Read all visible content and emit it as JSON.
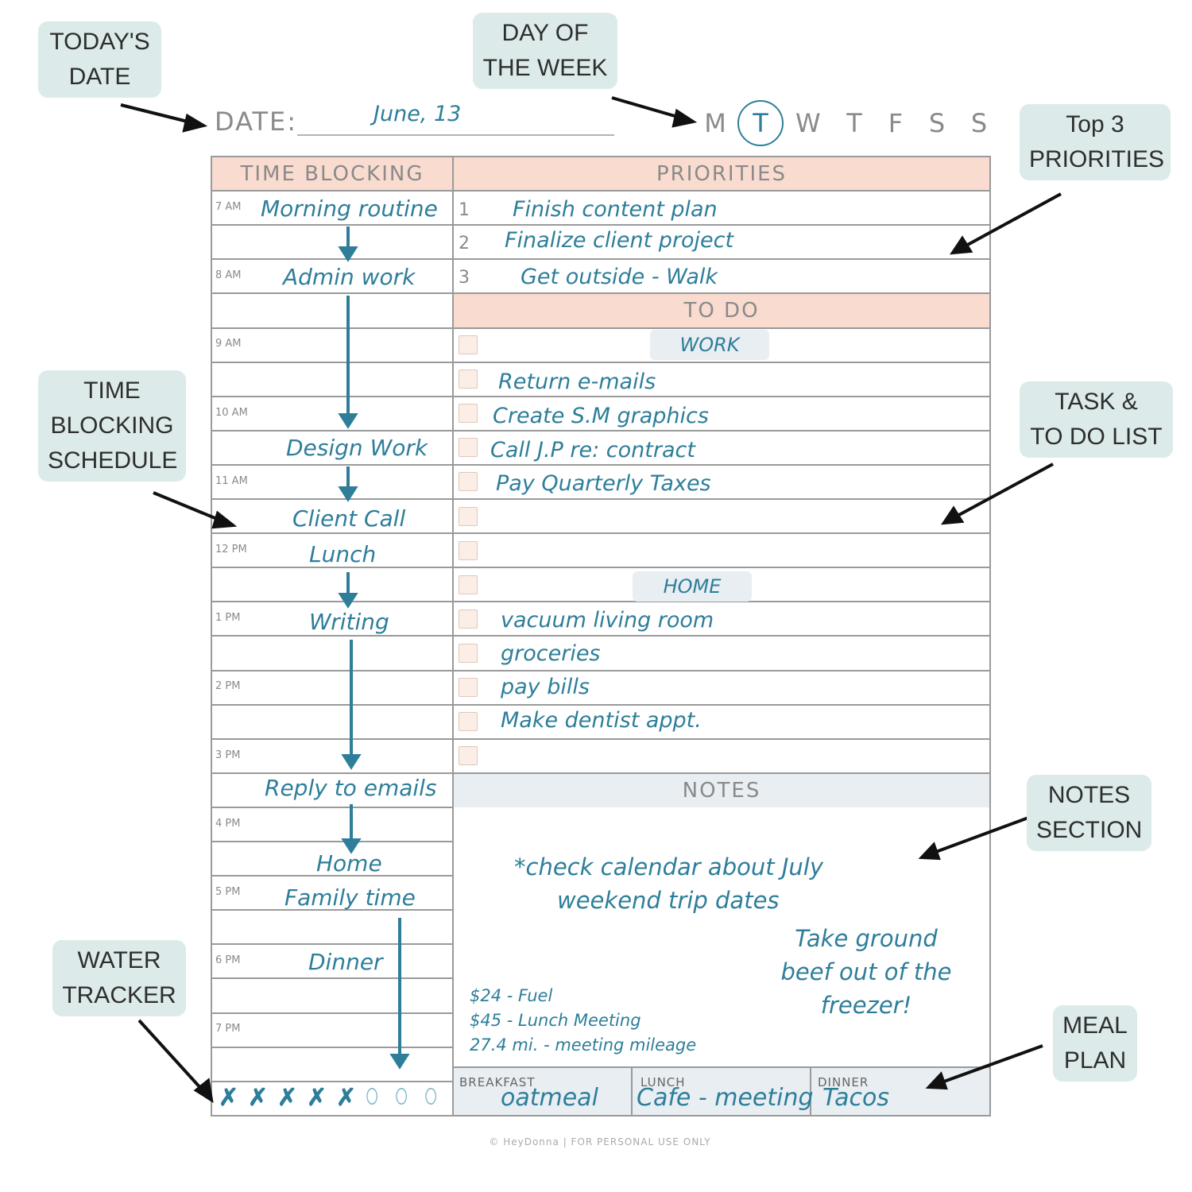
{
  "callouts": {
    "todays_date": [
      "TODAY'S",
      "DATE"
    ],
    "day_of_week": [
      "DAY OF",
      "THE WEEK"
    ],
    "top3": [
      "Top 3",
      "PRIORITIES"
    ],
    "time_blocking": [
      "TIME",
      "BLOCKING",
      "SCHEDULE"
    ],
    "task_list": [
      "TASK &",
      "TO DO LIST"
    ],
    "notes_section": [
      "NOTES",
      "SECTION"
    ],
    "water": [
      "WATER",
      "TRACKER"
    ],
    "meal": [
      "MEAL",
      "PLAN"
    ]
  },
  "header": {
    "date_label": "DATE:",
    "date_value": "June, 13",
    "days": [
      "M",
      "T",
      "W",
      "T",
      "F",
      "S",
      "S"
    ],
    "selected_day_index": 1
  },
  "sections": {
    "time_blocking": "TIME BLOCKING",
    "priorities": "PRIORITIES",
    "todo": "TO DO",
    "notes": "NOTES"
  },
  "times": [
    "7 AM",
    "8 AM",
    "9 AM",
    "10 AM",
    "11 AM",
    "12 PM",
    "1 PM",
    "2 PM",
    "3 PM",
    "4 PM",
    "5 PM",
    "6 PM",
    "7 PM"
  ],
  "blocks": [
    "Morning routine",
    "Admin work",
    "Design Work",
    "Client Call",
    "Lunch",
    "Writing",
    "Reply to emails",
    "Home",
    "Family time",
    "Dinner"
  ],
  "priorities": [
    {
      "num": "1",
      "text": "Finish content plan"
    },
    {
      "num": "2",
      "text": "Finalize client project"
    },
    {
      "num": "3",
      "text": "Get outside - Walk"
    }
  ],
  "todo": {
    "work_label": "WORK",
    "home_label": "HOME",
    "work_items": [
      "Return e-mails",
      "Create S.M graphics",
      "Call J.P re: contract",
      "Pay Quarterly Taxes"
    ],
    "home_items": [
      "vacuum living room",
      "groceries",
      "pay bills",
      "Make dentist appt."
    ]
  },
  "notes": {
    "line1": "*check calendar about July",
    "line2": "weekend trip dates",
    "reminder": [
      "Take ground",
      "beef out of the",
      "freezer!"
    ],
    "expenses": [
      "$24 - Fuel",
      "$45 - Lunch Meeting",
      "27.4  mi. - meeting mileage"
    ]
  },
  "meals": {
    "breakfast_label": "BREAKFAST",
    "breakfast": "oatmeal",
    "lunch_label": "LUNCH",
    "lunch": "Cafe - meeting",
    "dinner_label": "DINNER",
    "dinner": "Tacos"
  },
  "water": {
    "glasses_total": 8,
    "glasses_done": 5
  },
  "footer": "© HeyDonna | FOR PERSONAL USE ONLY",
  "colors": {
    "accent_blue": "#2e7e9a",
    "peach_header": "#f9dccf",
    "gray_header": "#e8eef2",
    "callout_bg": "#dcebe9"
  }
}
